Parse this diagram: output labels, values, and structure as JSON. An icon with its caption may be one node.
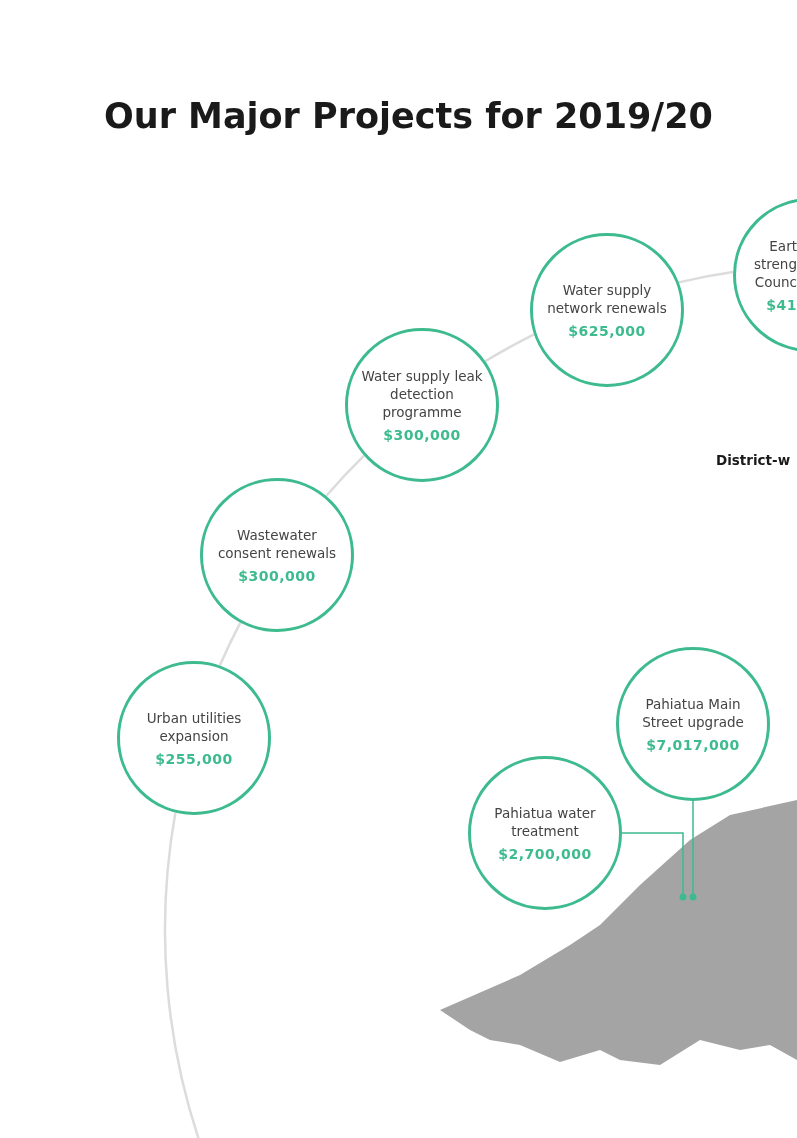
{
  "diagram": {
    "title": "Our Major Projects for 2019/20",
    "nodes": [
      {
        "text": [
          "Water supply network renewals",
          "$625,000"
        ]
      },
      {
        "text": [
          "Eart streng Counc",
          "$41"
        ]
      },
      {
        "text": [
          "Water supply leak detection programme",
          "$300,000"
        ]
      },
      {
        "text": [
          "Wastewater consent renewals",
          "$300,000"
        ]
      },
      {
        "text": [
          "Urban utilities expansion",
          "$255,000"
        ]
      },
      {
        "text": [
          "Pahiatua Main Street upgrade",
          "$7,017,000"
        ]
      },
      {
        "text": [
          "Pahiatua water treatment",
          "$2,700,000"
        ]
      }
    ],
    "edges": [
      {
        "from": 4,
        "to": 3,
        "arrow": "none"
      },
      {
        "from": 3,
        "to": 2,
        "arrow": "none"
      },
      {
        "from": 2,
        "to": 0,
        "arrow": "none"
      },
      {
        "from": 0,
        "to": 1,
        "arrow": "none"
      },
      {
        "from": 4,
        "to": null,
        "arrow": "none"
      },
      {
        "from": 6,
        "to": null,
        "arrow": "other",
        "color": "#3dbb8e"
      },
      {
        "from": 5,
        "to": null,
        "arrow": "other",
        "color": "#3dbb8e"
      }
    ],
    "labels": [
      "District-w"
    ]
  }
}
